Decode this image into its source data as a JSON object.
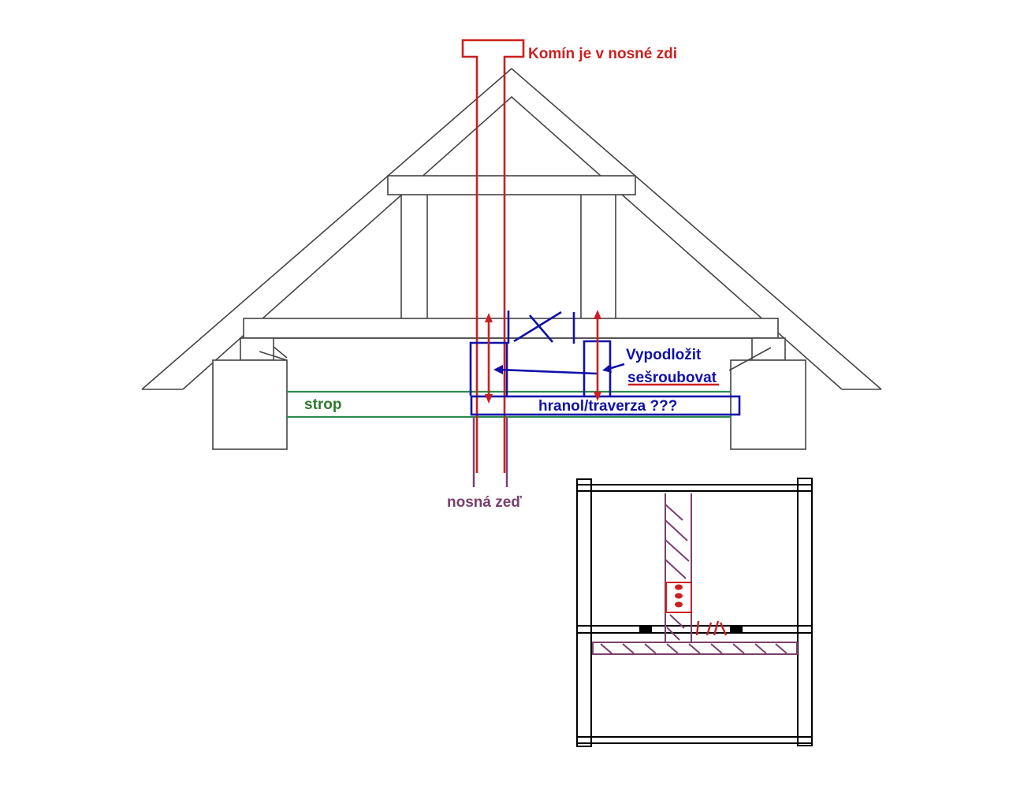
{
  "labels": {
    "chimney": "Komín je v nosné zdi",
    "underlay": "Vypodložit",
    "bolt": "sešroubovat",
    "ceiling": "strop",
    "beam": "hranol/traverza ???",
    "wall": "nosná zeď"
  },
  "colors": {
    "structure": "#333333",
    "chimney": "#cc1f1f",
    "annotation": "#1010aa",
    "ceiling": "#2e8b4e",
    "wall": "#7a3f6e",
    "block": "#000000"
  }
}
